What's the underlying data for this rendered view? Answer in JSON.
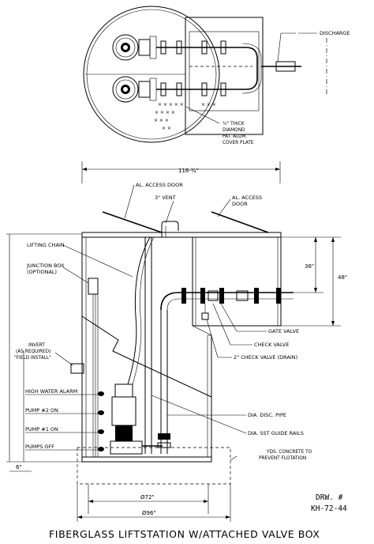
{
  "title": "FIBERGLASS LIFTSTATION W/ATTACHED VALVE BOX",
  "drawing_number_label": "DRW. #",
  "drawing_number": "KH-72-44",
  "plan_view": {
    "discharge": "DISCHARGE",
    "cover_plate": [
      "¾\" THICK",
      "DIAMOND",
      "PAT. ALUM.",
      "COVER PLATE"
    ]
  },
  "elevation": {
    "overall_width": "116-¾\"",
    "access_door_left": "AL. ACCESS DOOR",
    "vent": "3\" VENT",
    "access_door_right": [
      "AL. ACCESS",
      "DOOR"
    ],
    "lifting_chain": "LIFTING CHAIN",
    "junction_box": [
      "JUNCTION BOX",
      "(OPTIONAL)"
    ],
    "invert": [
      "INVERT",
      "(AS REQUIRED)",
      "\"FIELD INSTALL\""
    ],
    "high_water_alarm": "HIGH WATER ALARM",
    "pump2_on": "PUMP #2 ON",
    "pump1_on": "PUMP #1 ON",
    "pumps_off": "PUMPS OFF",
    "gate_valve": "GATE VALVE",
    "check_valve": "CHECK VALVE",
    "check_valve_drain": "2\" CHECK VALVE (DRAIN)",
    "disc_pipe": "DIA. DISC. PIPE",
    "guide_rails": "DIA. SST GUIDE RAILS",
    "concrete": [
      "YDS. CONCRETE TO",
      "PREVENT FLOTATION"
    ],
    "dim_36": "36\"",
    "dim_48": "48\"",
    "dim_6": "6\"",
    "dim_72": "Ø72\"",
    "dim_96": "Ø96\""
  }
}
